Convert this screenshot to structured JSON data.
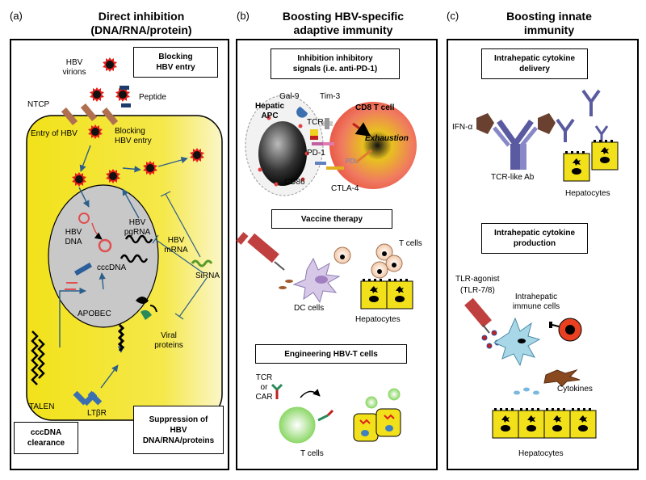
{
  "panels": {
    "a": {
      "letter": "(a)",
      "title_line1": "Direct inhibition",
      "title_line2": "(DNA/RNA/protein)",
      "labels": {
        "hbv_virions_1": "HBV",
        "hbv_virions_2": "virions",
        "ntcp": "NTCP",
        "peptide": "Peptide",
        "entry_of_hbv": "Entry of HBV",
        "blocking_hbv_entry_1": "Blocking",
        "blocking_hbv_entry_2": "HBV entry",
        "hbv_dna_1": "HBV",
        "hbv_dna_2": "DNA",
        "hbv_pgrna_1": "HBV",
        "hbv_pgrna_2": "pgRNA",
        "cccdna": "cccDNA",
        "hbv_mrna_1": "HBV",
        "hbv_mrna_2": "mRNA",
        "sirna": "SiRNA",
        "apobec": "APOBEC",
        "viral_proteins_1": "Viral",
        "viral_proteins_2": "proteins",
        "talen": "TALEN",
        "ltbr": "LTβR"
      },
      "boxes": {
        "blocking_entry_1": "Blocking",
        "blocking_entry_2": "HBV entry",
        "cccdna_clearance_1": "cccDNA",
        "cccdna_clearance_2": "clearance",
        "suppression_1": "Suppression of",
        "suppression_2": "HBV",
        "suppression_3": "DNA/RNA/proteins"
      }
    },
    "b": {
      "letter": "(b)",
      "title_line1": "Boosting HBV-specific",
      "title_line2": "adaptive immunity",
      "boxes": {
        "inhibition_1": "Inhibition inhibitory",
        "inhibition_2": "signals (i.e. anti-PD-1)",
        "vaccine": "Vaccine therapy",
        "engineering": "Engineering HBV-T cells"
      },
      "labels": {
        "gal9": "Gal-9",
        "tim3": "Tim-3",
        "hepatic": "Hepatic",
        "apc": "APC",
        "cd8": "CD8 T cell",
        "tcr": "TCR",
        "exhaustion": "Exhaustion",
        "pd1": "PD-1",
        "pdl": "PDL",
        "cd86": "CD86",
        "ctla4": "CTLA-4",
        "t_cells": "T cells",
        "dc_cells": "DC cells",
        "hepatocytes": "Hepatocytes",
        "tcr2": "TCR",
        "or": "or",
        "car": "CAR",
        "t_cells2": "T cells"
      }
    },
    "c": {
      "letter": "(c)",
      "title_line1": "Boosting innate",
      "title_line2": "immunity",
      "boxes": {
        "delivery_1": "Intrahepatic cytokine",
        "delivery_2": "delivery",
        "production_1": "Intrahepatic cytokine",
        "production_2": "production"
      },
      "labels": {
        "ifn": "IFN-α",
        "tcr_like_ab": "TCR-like Ab",
        "hepatocytes": "Hepatocytes",
        "tlr_agonist": "TLR-agonist",
        "tlr78": "(TLR-7/8)",
        "intrahepatic_1": "Intrahepatic",
        "intrahepatic_2": "immune cells",
        "cytokines": "Cytokines",
        "hepatocytes2": "Hepatocytes"
      }
    }
  },
  "colors": {
    "cell_yellow": "#f5e61c",
    "nucleus_gray": "#c8c8c8",
    "virion_red": "#e8201c",
    "arrow_blue": "#2c5f8a",
    "hepatocyte_yellow": "#f2e01a",
    "cd8_red": "#f07060",
    "antibody_purple": "#5a5aa0",
    "sirna_green": "#5a9a2a"
  }
}
